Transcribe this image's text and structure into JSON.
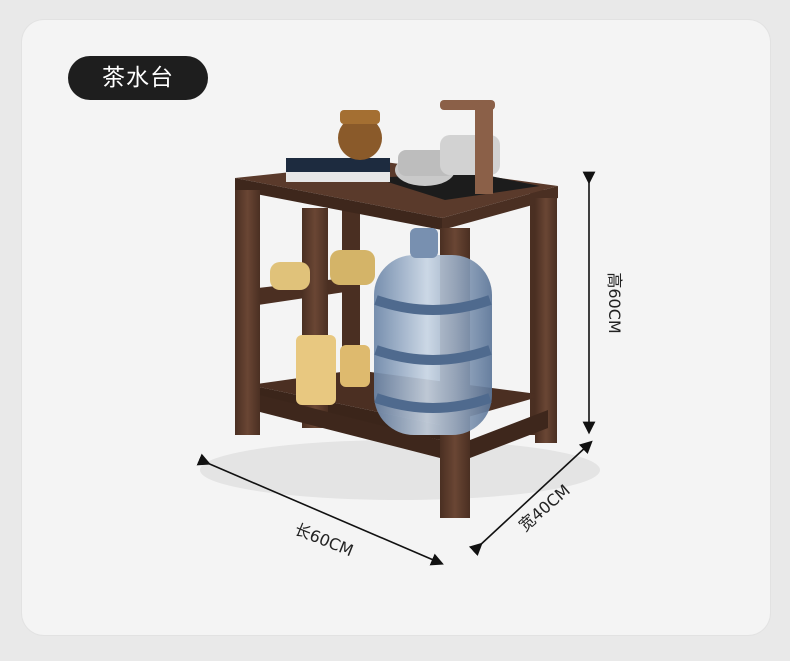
{
  "title": "茶水台",
  "dimensions": {
    "length": "长60CM",
    "width": "宽40CM",
    "height": "高60CM"
  },
  "colors": {
    "wood": "#5b3b2c",
    "wood_dark": "#3e271c",
    "pill": "#1e1e1e"
  }
}
